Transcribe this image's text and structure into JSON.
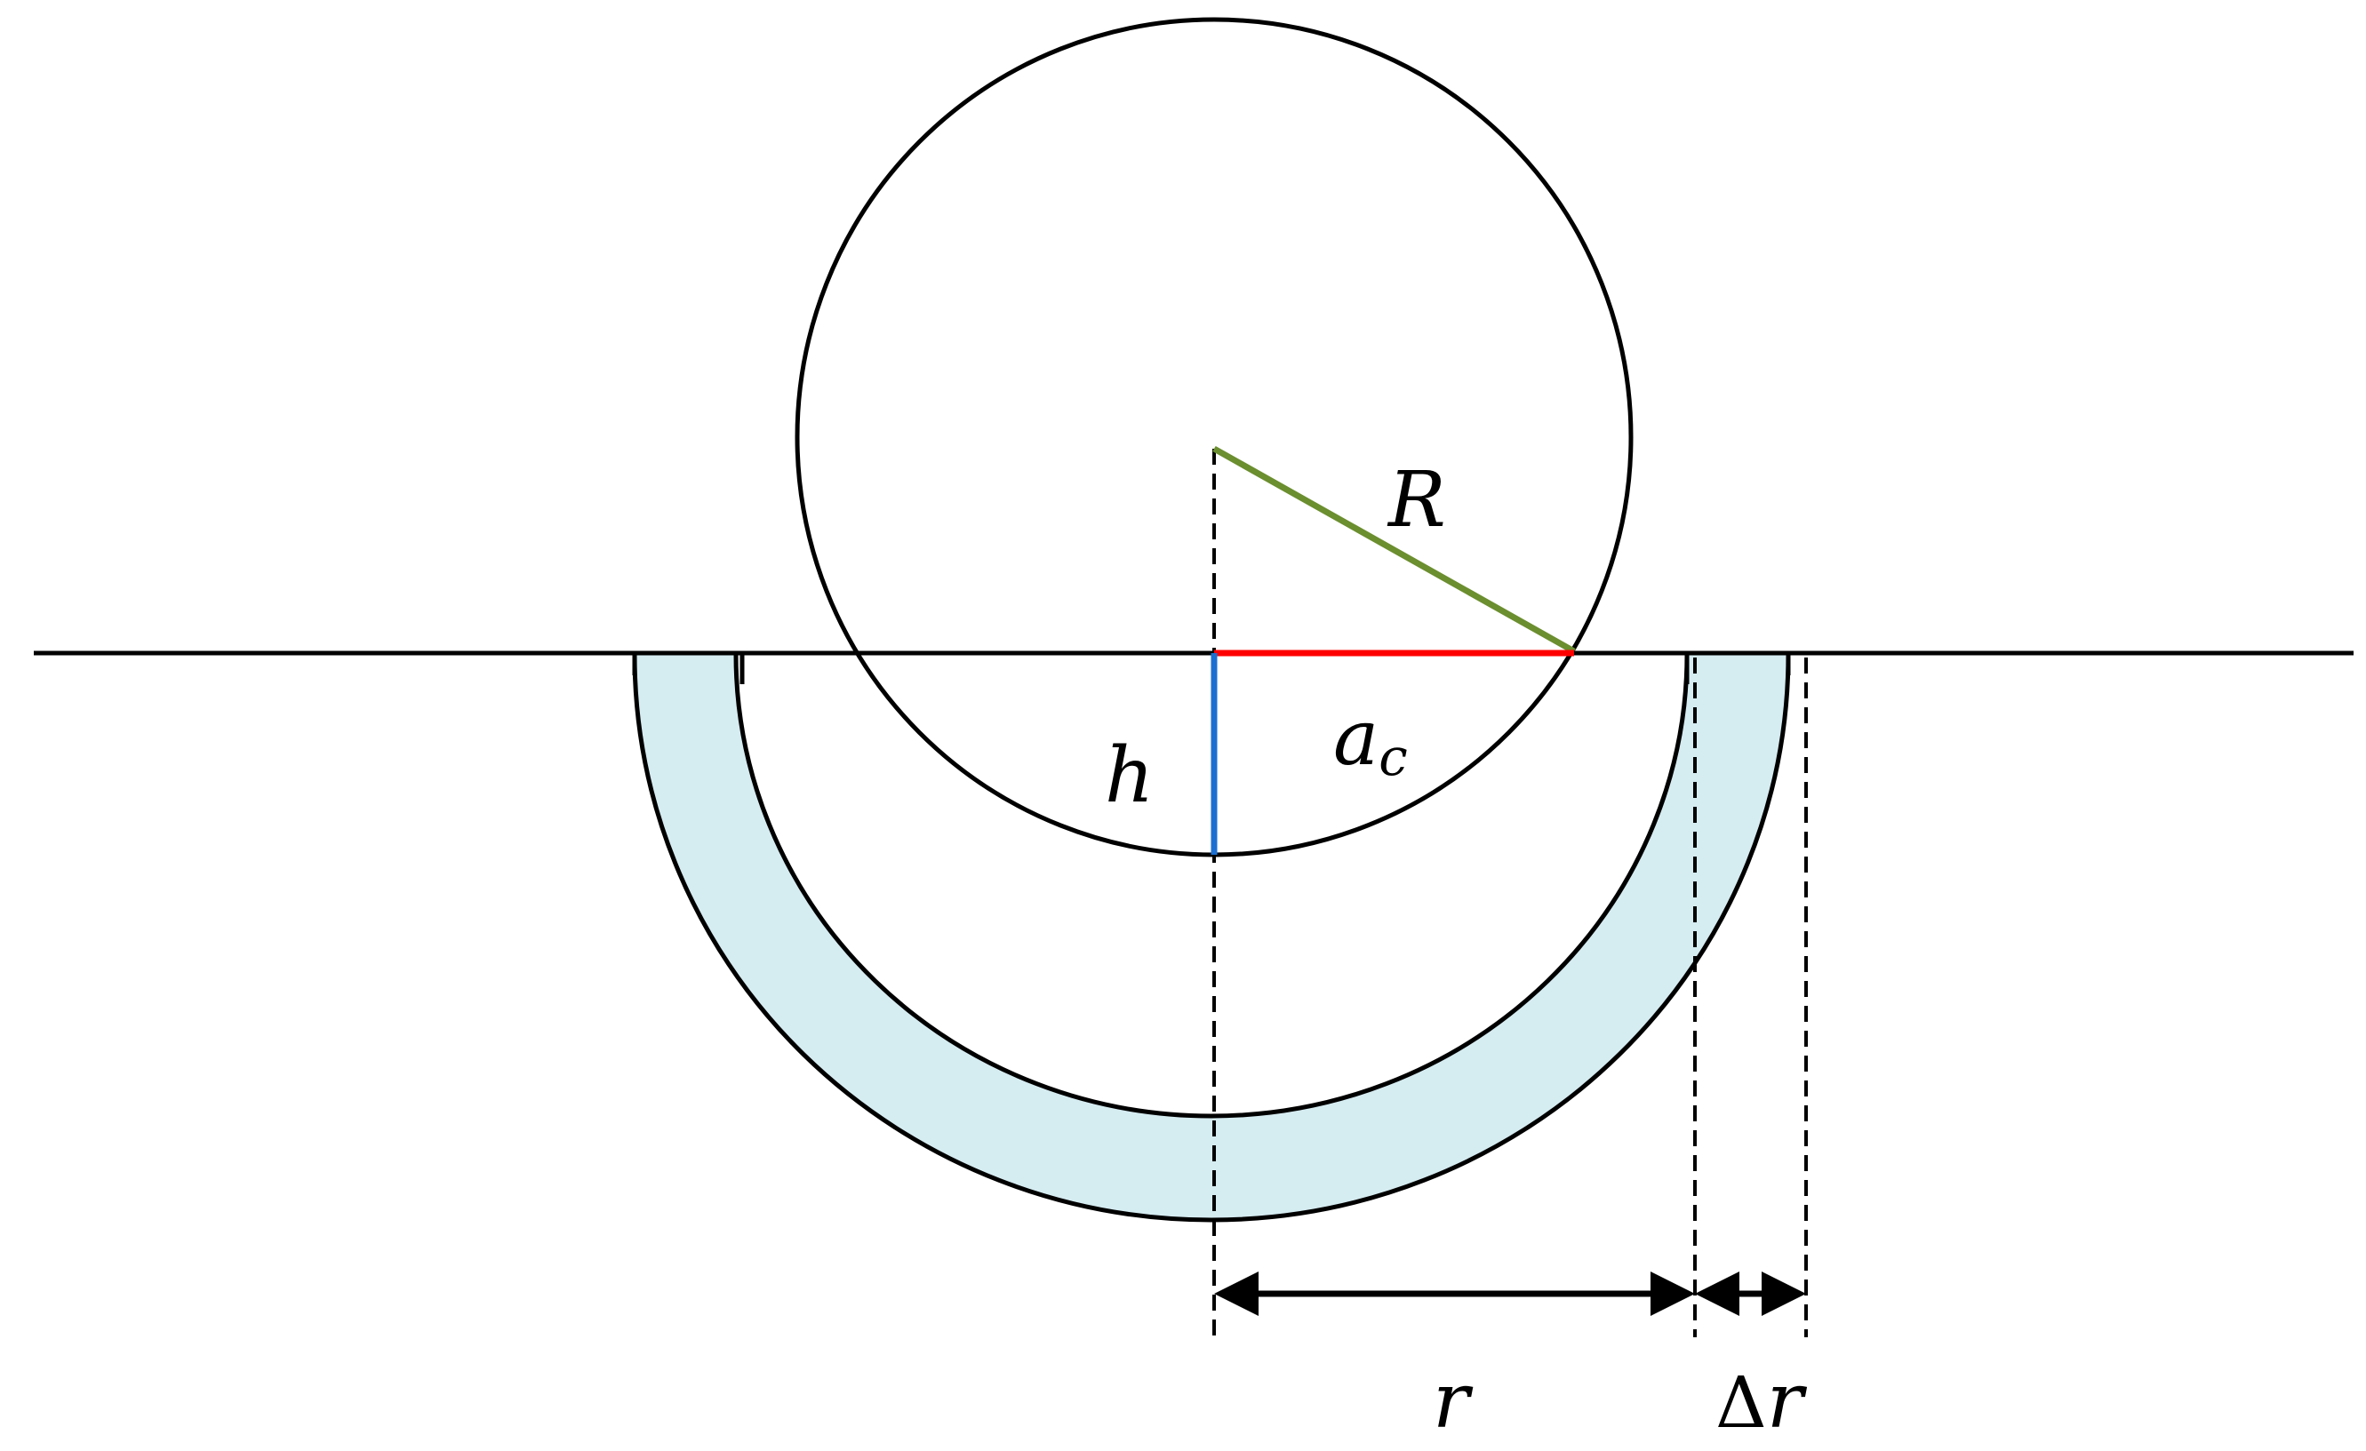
{
  "labels": {
    "big_radius": "R",
    "depth": "h",
    "contact_base": "a",
    "contact_sub": "c",
    "radius": "r",
    "delta_symbol": "Δ",
    "delta_var": "r"
  },
  "colors": {
    "outline": "#000000",
    "shell_fill": "#d5ecf1",
    "radius_line": "#6b8e2f",
    "contact_line": "#ff0000",
    "depth_line": "#1a6fd1"
  }
}
